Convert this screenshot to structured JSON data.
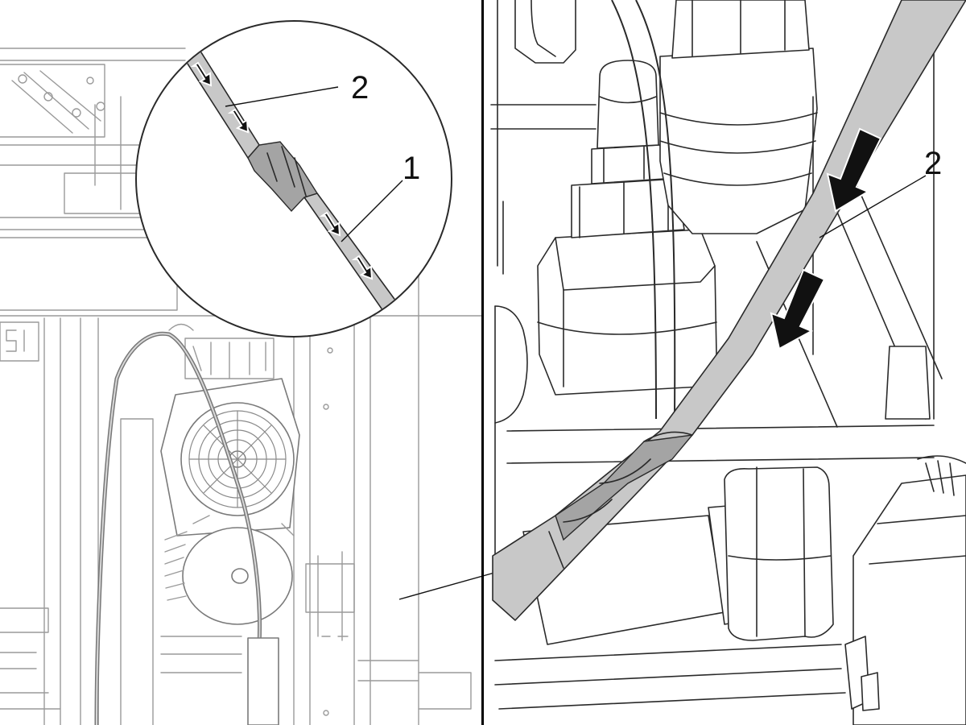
{
  "figure": {
    "callouts": {
      "magnifier_label_1": "1",
      "magnifier_label_2": "2",
      "right_label_2": "2"
    },
    "colors": {
      "line": "#2a2a2a",
      "faint_line": "#9a9a9a",
      "hose_fill": "#c8c8c8",
      "wrap_fill": "#a4a4a4",
      "arrow": "#111111",
      "divider": "#000000"
    },
    "icons": {
      "flow_arrow": "flow-direction-arrow-icon",
      "fan_guard": "motor-fan-guard-icon"
    }
  }
}
